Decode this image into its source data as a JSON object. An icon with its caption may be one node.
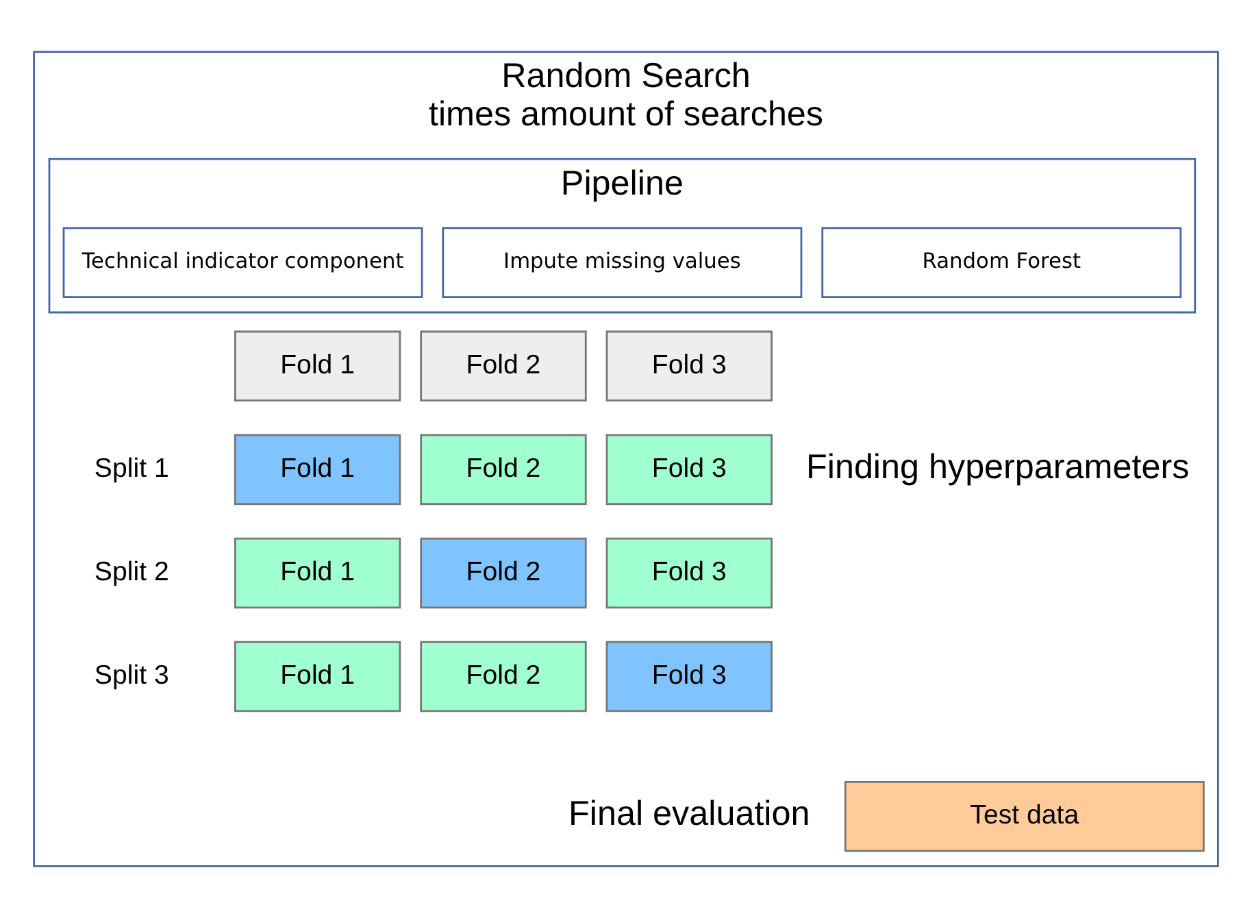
{
  "diagram": {
    "nodes": [
      {
        "text": [
          "Random Search",
          "times amount of searches"
        ]
      },
      {
        "text": [
          "Pipeline"
        ],
        "in": 0
      },
      {
        "text": [
          "Technical indicator component"
        ],
        "in": 1
      },
      {
        "text": [
          "Impute missing values"
        ],
        "in": 1
      },
      {
        "text": [
          "Random Forest"
        ],
        "in": 1
      },
      {
        "text": [
          "Fold 1"
        ],
        "in": 0
      },
      {
        "text": [
          "Fold 2"
        ],
        "in": 0
      },
      {
        "text": [
          "Fold 3"
        ],
        "in": 0
      },
      {
        "text": [
          "Fold 1"
        ],
        "in": 0
      },
      {
        "text": [
          "Fold 2"
        ],
        "in": 0
      },
      {
        "text": [
          "Fold 3"
        ],
        "in": 0
      },
      {
        "text": [
          "Fold 1"
        ],
        "in": 0
      },
      {
        "text": [
          "Fold 2"
        ],
        "in": 0
      },
      {
        "text": [
          "Fold 3"
        ],
        "in": 0
      },
      {
        "text": [
          "Fold 1"
        ],
        "in": 0
      },
      {
        "text": [
          "Fold 2"
        ],
        "in": 0
      },
      {
        "text": [
          "Fold 3"
        ],
        "in": 0
      },
      {
        "text": [
          "Test data"
        ],
        "in": 0
      }
    ],
    "edges": [],
    "labels": [
      "Split 1",
      "Split 2",
      "Split 3",
      "Finding hyperparameters",
      "Final evaluation"
    ]
  }
}
